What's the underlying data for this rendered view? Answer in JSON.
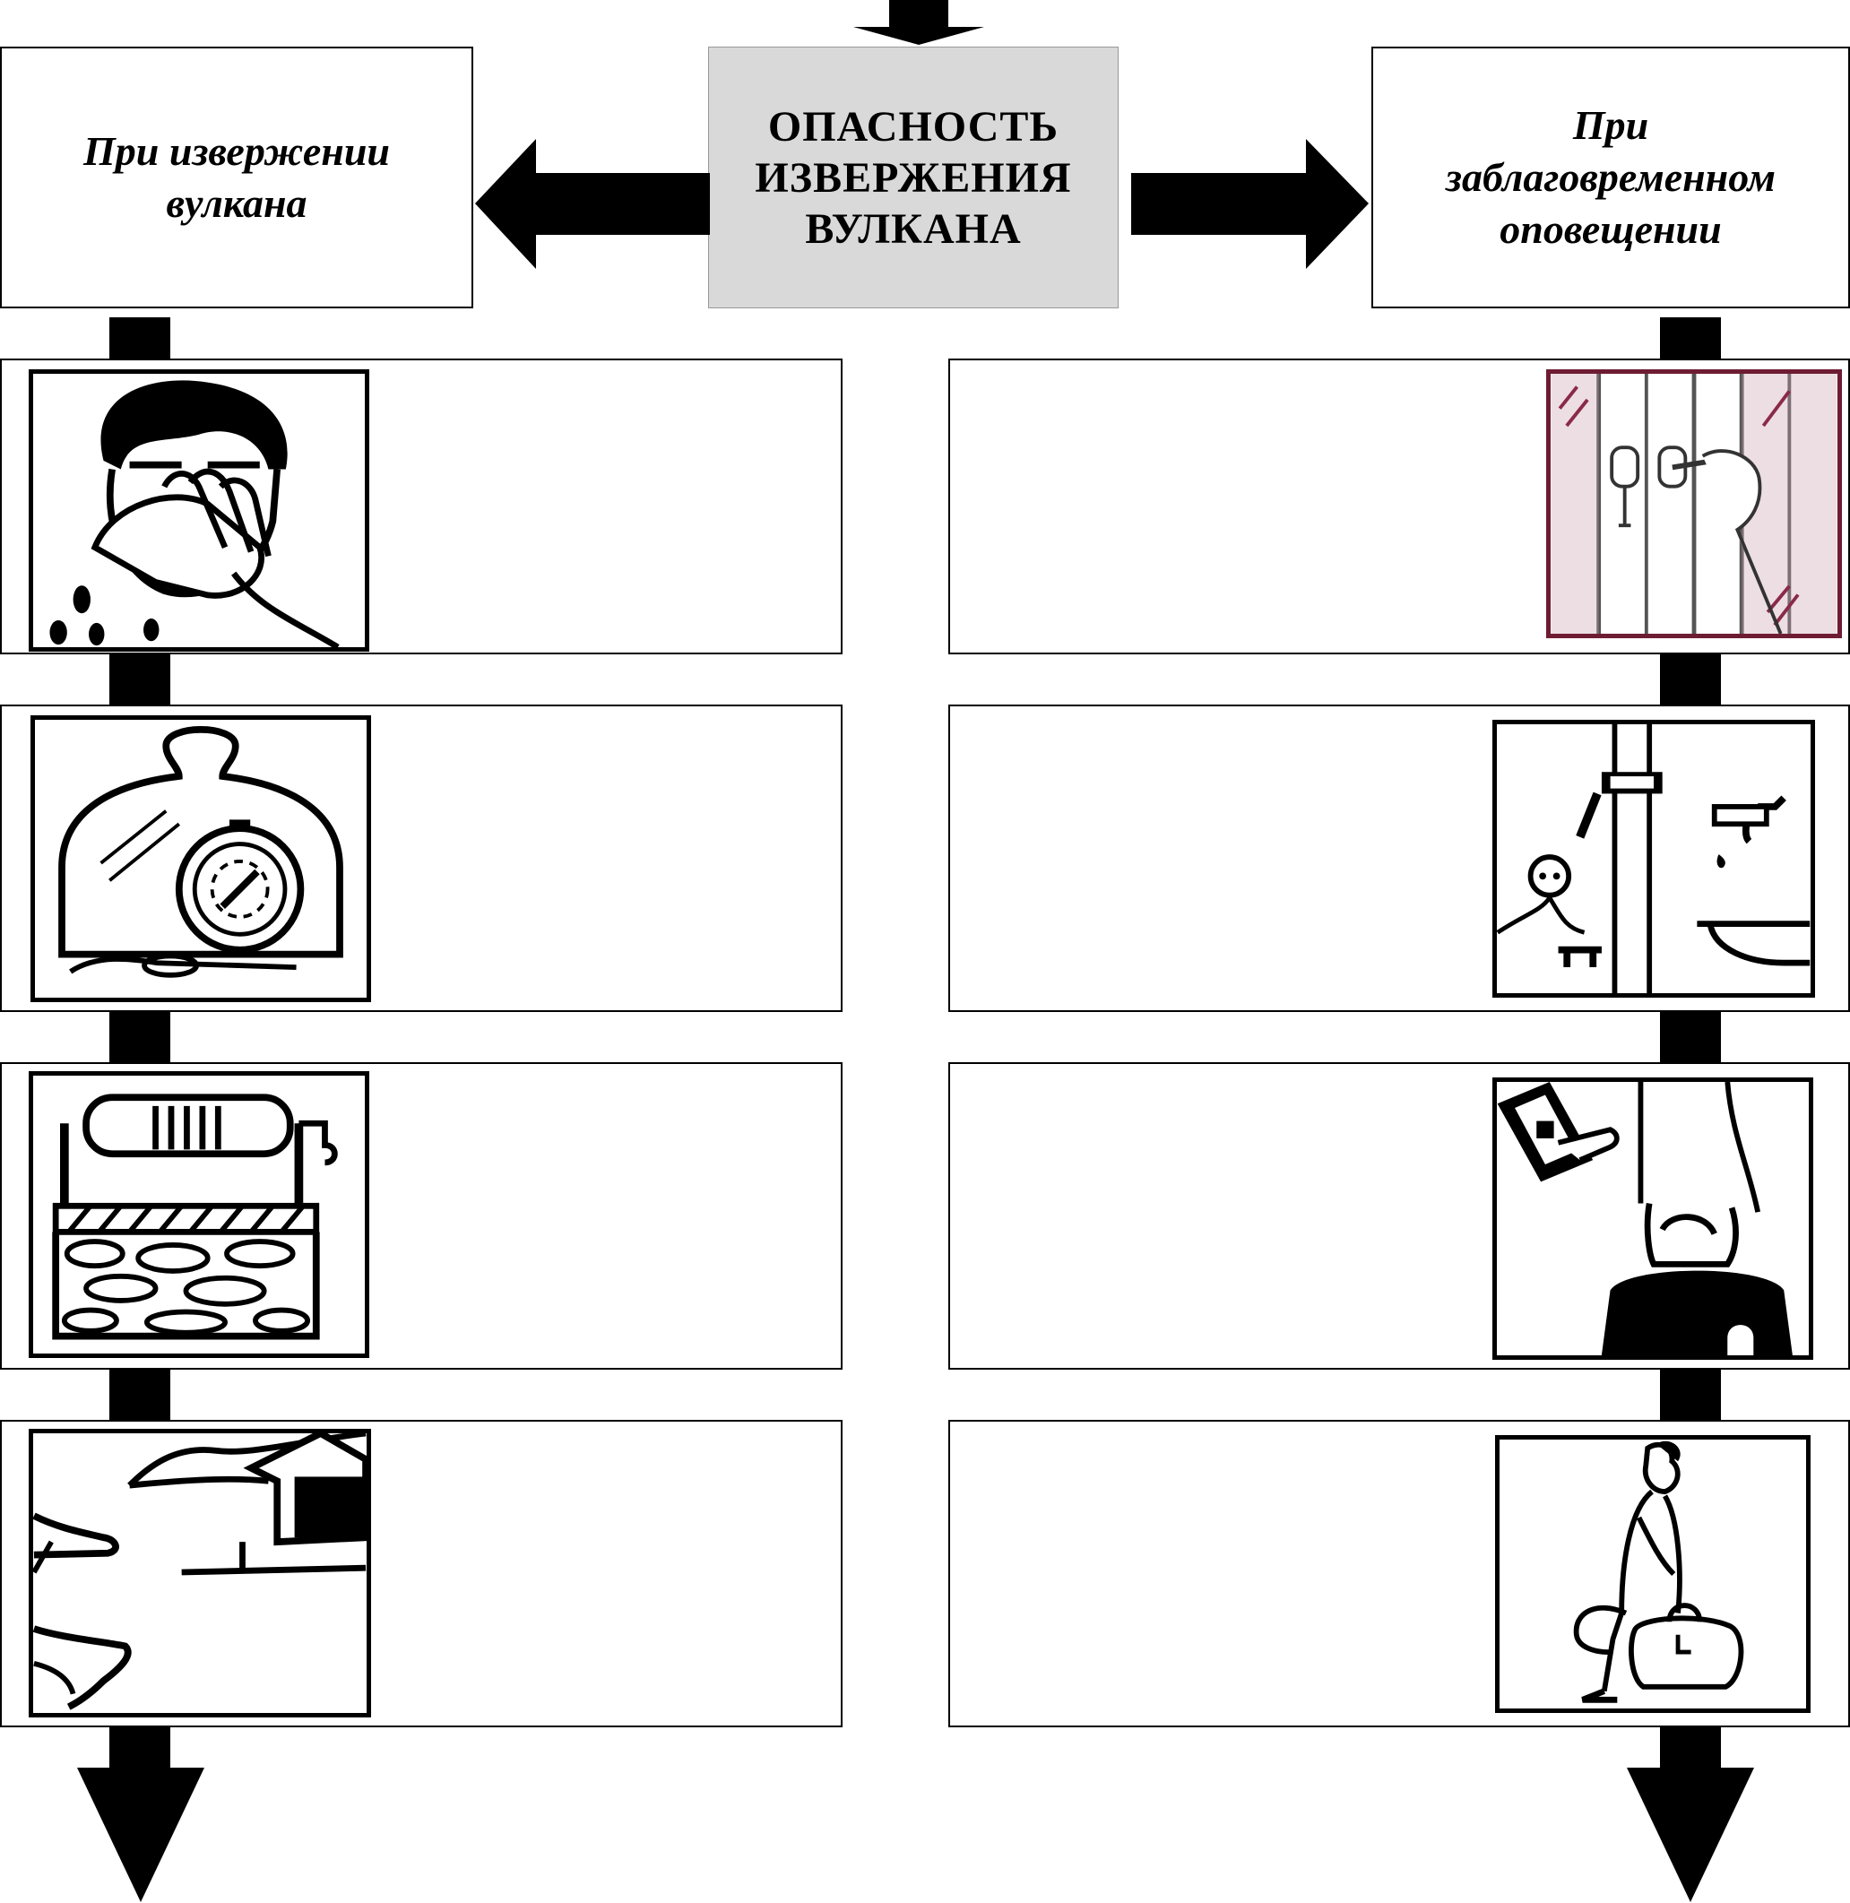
{
  "center": {
    "title_lines": [
      "ОПАСНОСТЬ",
      "ИЗВЕРЖЕНИЯ",
      "ВУЛКАНА"
    ]
  },
  "left": {
    "title_lines": [
      "При извержении",
      "вулкана"
    ],
    "steps": [
      {
        "icon": "face-cover-icon"
      },
      {
        "icon": "covered-items-icon"
      },
      {
        "icon": "covered-well-icon"
      },
      {
        "icon": "running-person-icon"
      }
    ]
  },
  "right": {
    "title_lines": [
      "При",
      "заблаговременном",
      "оповещении"
    ],
    "steps": [
      {
        "icon": "close-window-icon"
      },
      {
        "icon": "utilities-off-icon"
      },
      {
        "icon": "documents-bag-icon"
      },
      {
        "icon": "evacuation-person-icon"
      }
    ]
  },
  "colors": {
    "line": "#000000",
    "center_fill": "#d9d9d9",
    "window_tint": "#c8a0b0"
  }
}
